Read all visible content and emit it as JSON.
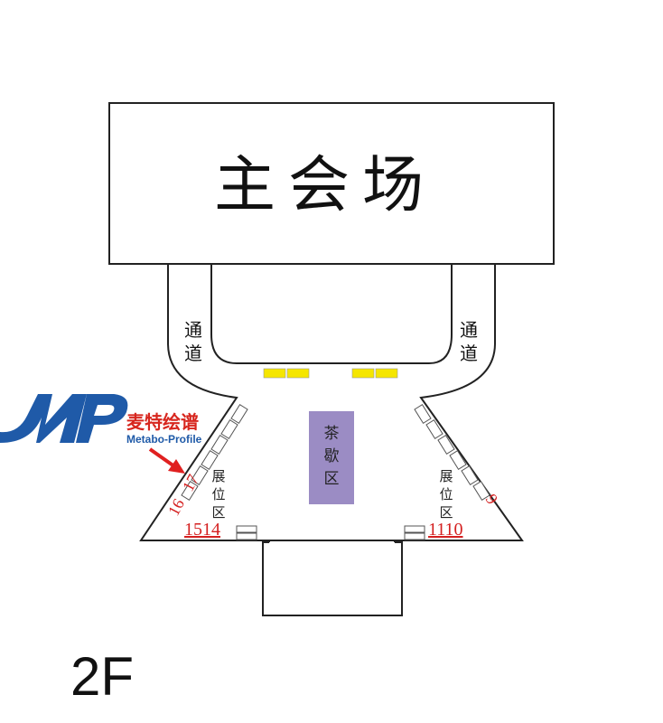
{
  "main_hall": {
    "label": "主会场"
  },
  "passages": {
    "left": [
      "通",
      "道"
    ],
    "right": [
      "通",
      "道"
    ]
  },
  "tea_area": {
    "label": [
      "茶",
      "歇",
      "区"
    ],
    "color": "#9b8cc4"
  },
  "booth_area": {
    "left": [
      "展",
      "位",
      "区"
    ],
    "right": [
      "展",
      "位",
      "区"
    ]
  },
  "booth_numbers": {
    "left_bottom": "1514",
    "left_side": "16",
    "left_side2": "17",
    "right_bottom": "1110",
    "right_side": "9"
  },
  "floor": {
    "label": "2F"
  },
  "logo": {
    "brand_cn": "麦特绘谱",
    "brand_en": "Metabo-Profile",
    "mark": "MP",
    "colors": {
      "blue": "#1f5aa8",
      "red": "#d7261e"
    }
  },
  "colors": {
    "yellow": "#f5e600",
    "booth_number": "#d42020",
    "stroke": "#222222"
  }
}
